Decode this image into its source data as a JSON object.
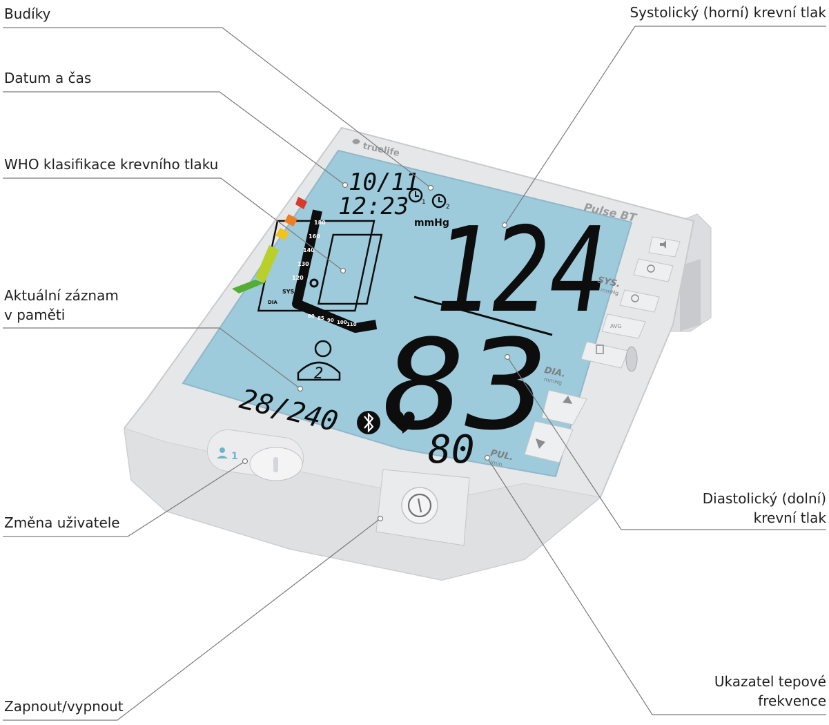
{
  "labels": {
    "alarms": "Budíky",
    "date_time": "Datum a čas",
    "who_classification": "WHO klasifikace krevního tlaku",
    "memory_record_line1": "Aktuální záznam",
    "memory_record_line2": "v paměti",
    "user_change": "Změna uživatele",
    "power": "Zapnout/vypnout",
    "systolic": "Systolický (horní) krevní tlak",
    "diastolic_line1": "Diastolický (dolní)",
    "diastolic_line2": "krevní tlak",
    "pulse_line1": "Ukazatel tepové",
    "pulse_line2": "frekvence"
  },
  "device": {
    "brand": "truelife",
    "model": "Pulse BT",
    "date": "10/11",
    "time": "12:23",
    "unit": "mmHg",
    "systolic": "124",
    "diastolic": "83",
    "pulse": "80",
    "memory": "28/240",
    "user_number": "1",
    "sys_label": "SYS.",
    "sys_unit": "mmHg",
    "dia_label": "DIA.",
    "dia_unit": "mmHg",
    "pul_label": "PUL.",
    "pul_unit": "/min",
    "who_sys_ticks": [
      "180",
      "160",
      "140",
      "130",
      "120",
      "SYS"
    ],
    "who_dia_ticks": [
      "DIA",
      "80",
      "85",
      "90",
      "100",
      "110"
    ],
    "user_icon_digit": "2",
    "alarm1": "1",
    "alarm2": "2",
    "avg_label": "AVG",
    "colors": {
      "lcd": "#9dcbdc",
      "body": "#e6e7e9",
      "classification": [
        "#d93b2b",
        "#ef7d22",
        "#f2c31a",
        "#b9cf2a",
        "#56ad36"
      ]
    },
    "icons": [
      "bluetooth-icon",
      "heart-icon",
      "speaker-icon",
      "alarm-icon",
      "clock-icon",
      "average-icon",
      "memory-icon",
      "up-arrow-icon",
      "down-arrow-icon",
      "power-icon",
      "user-icon"
    ]
  }
}
